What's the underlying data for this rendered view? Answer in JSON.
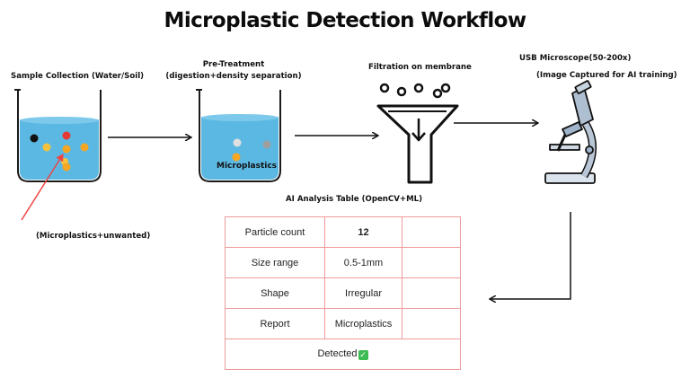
{
  "title": "Microplastic Detection Workflow",
  "steps": {
    "sample": {
      "label": "Sample Collection (Water/Soil)",
      "annotation": "(Microplastics+unwanted)"
    },
    "pretreatment": {
      "label_line1": "Pre-Treatment",
      "label_line2": "(digestion+density separation)",
      "beaker_text": "Microplastics"
    },
    "filtration": {
      "label": "Filtration on membrane"
    },
    "microscope": {
      "label_line1": "USB Microscope(50-200x)",
      "label_line2": "(Image Captured for AI training)"
    }
  },
  "table": {
    "title": "AI Analysis Table (OpenCV+ML)",
    "rows": [
      {
        "label": "Particle count",
        "value": "12"
      },
      {
        "label": "Size range",
        "value": "0.5-1mm"
      },
      {
        "label": "Shape",
        "value": "Irregular"
      },
      {
        "label": "Report",
        "value": "Microplastics"
      }
    ],
    "footer": "Detected",
    "footer_icon": "check-mark-icon"
  },
  "colors": {
    "water": "#5bb8e2",
    "table_border": "#ef9a9a",
    "annotation_arrow": "#ee4444",
    "check": "#3dbb53"
  }
}
